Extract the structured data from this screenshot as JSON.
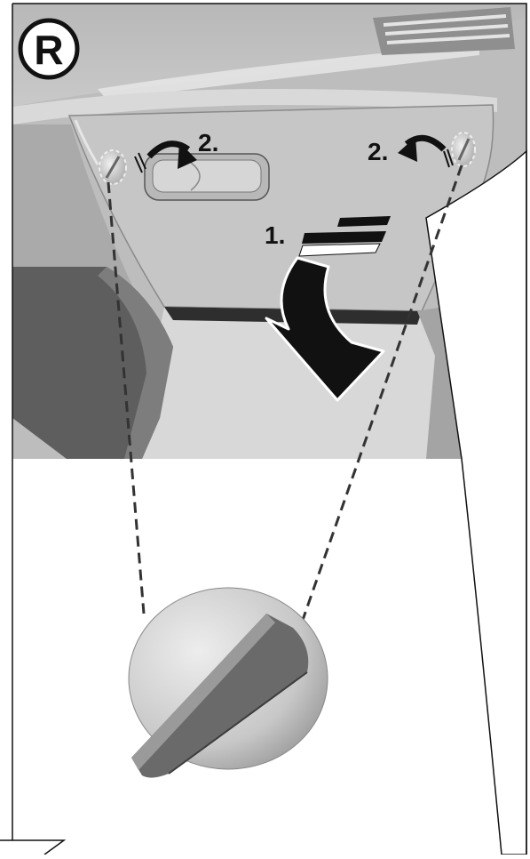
{
  "badge": {
    "letter": "R"
  },
  "steps": {
    "step1": "1.",
    "step2_left": "2.",
    "step2_right": "2."
  },
  "colors": {
    "dash_light": "#c9c9c9",
    "dash_mid": "#b5b5b5",
    "glovebox": "#c6c6c6",
    "dark_panel": "#6b6b6b",
    "arrow": "#111111",
    "lock_body": "#d4d4d4",
    "lock_handle": "#6a6a6a"
  },
  "icons": {
    "badge": "r-circle-icon",
    "step1_arrow": "arrow-down-curved-icon",
    "step2_left_arrow": "curved-arrow-right-icon",
    "step2_right_arrow": "curved-arrow-left-icon"
  }
}
